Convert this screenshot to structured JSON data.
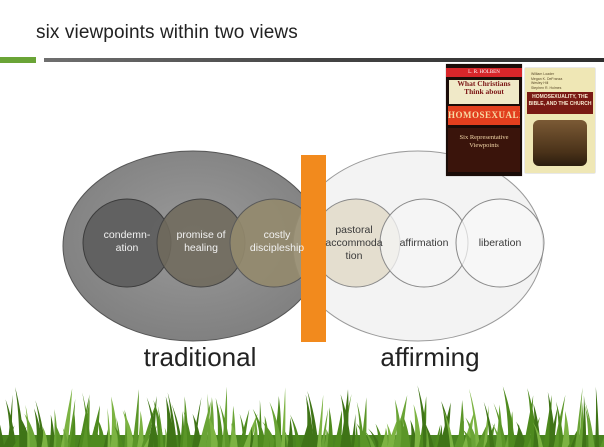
{
  "slide": {
    "title": "six viewpoints within two views",
    "colors": {
      "accent_green": "#6aa436",
      "divider_orange": "#f28a1d",
      "traditional_ellipse": "#8c8c8c",
      "affirming_ellipse": "#f2f2f2"
    }
  },
  "views": {
    "traditional": {
      "label": "traditional",
      "viewpoints": [
        {
          "label": "condemn-\nation"
        },
        {
          "label": "promise of\nhealing"
        },
        {
          "label": "costly\ndiscipleship"
        }
      ]
    },
    "affirming": {
      "label": "affirming",
      "viewpoints": [
        {
          "label": "pastoral\naccommoda\ntion"
        },
        {
          "label": "affirmation"
        },
        {
          "label": "liberation"
        }
      ]
    }
  },
  "books": {
    "book1": {
      "author": "L. R. HOLBEN",
      "title": "What Christians Think about",
      "subject": "HOMOSEXUALITY",
      "subtitle": "Six Representative Viewpoints"
    },
    "book2": {
      "authors": "William Loader\nMegan K. DeFranza\nWesley Hill\nStephen R. Holmes",
      "title": "HOMOSEXUALITY, THE BIBLE, AND THE CHURCH"
    }
  }
}
